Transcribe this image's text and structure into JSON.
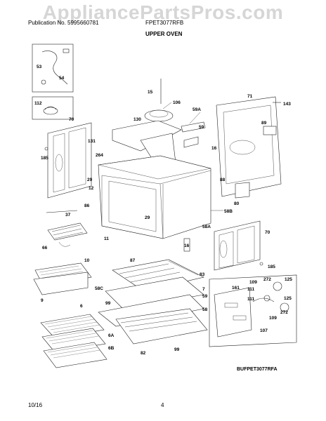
{
  "header": {
    "watermark": "AppliancePartsPros.com",
    "publication": "Publication No. 5995660781",
    "model": "FPET3077RFB",
    "section_title": "UPPER OVEN"
  },
  "footer": {
    "date": "10/16",
    "page_number": "4",
    "reference_code": "BUFPET3077RFA"
  },
  "callouts": {
    "c53": "53",
    "c54": "54",
    "c112": "112",
    "c70a": "70",
    "c185a": "185",
    "c15": "15",
    "c106": "106",
    "c59a": "59A",
    "c59": "59",
    "c130": "130",
    "c71": "71",
    "c143": "143",
    "c89": "89",
    "c131": "131",
    "c264": "264",
    "c29a": "29",
    "c12": "12",
    "c88": "88",
    "c80": "80",
    "c86": "86",
    "c37": "37",
    "c29b": "29",
    "c58b": "58B",
    "c58a": "58A",
    "c66": "66",
    "c11": "11",
    "c70b": "70",
    "c16": "16",
    "c185b": "185",
    "c10": "10",
    "c87": "87",
    "c83": "83",
    "c9": "9",
    "c58c": "58C",
    "c7": "7",
    "c59b": "59",
    "c58": "58",
    "c109a": "109",
    "c272a": "272",
    "c125a": "125",
    "c161": "161",
    "c111a": "111",
    "c111b": "111",
    "c125b": "125",
    "c272b": "272",
    "c109b": "109",
    "c107": "107",
    "c99a": "99",
    "c6": "6",
    "c6a": "6A",
    "c6b": "6B",
    "c82": "82",
    "c99b": "99"
  }
}
